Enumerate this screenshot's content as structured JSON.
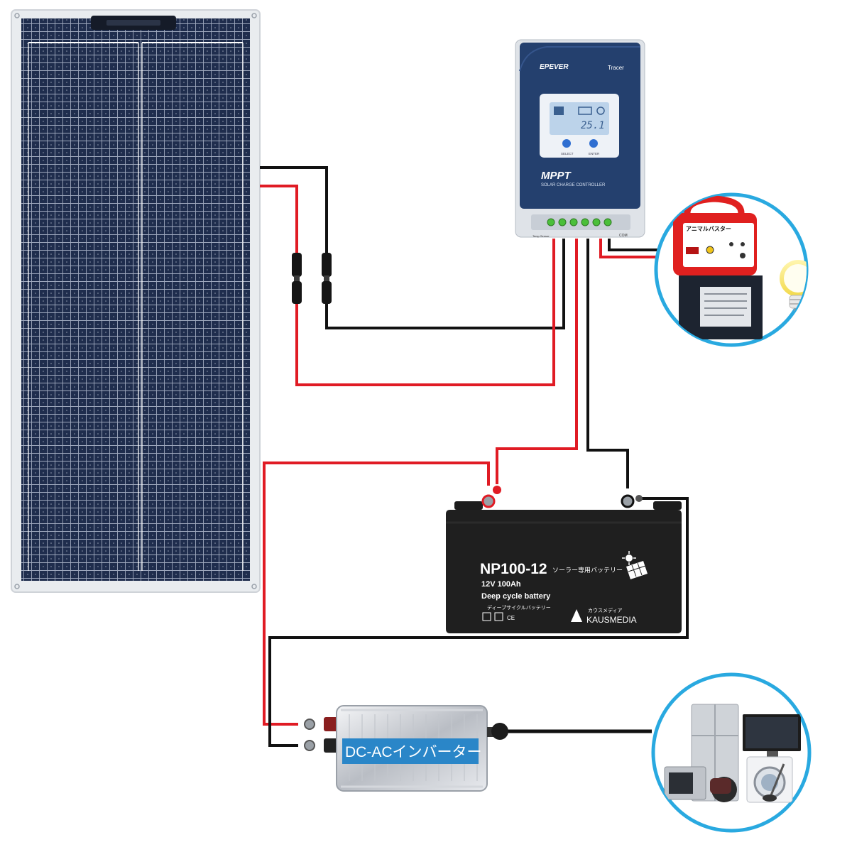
{
  "controller": {
    "brand": "EPEVER",
    "model": "Tracer",
    "lcd_reading": "25.1",
    "button_select": "SELECT",
    "button_enter": "ENTER",
    "mppt_title": "MPPT",
    "subtitle": "SOLAR CHARGE CONTROLLER",
    "temp_sensor_label": "Temp Sensor",
    "com_label": "COM"
  },
  "fence_energizer": {
    "label": "アニマルバスター"
  },
  "battery": {
    "model": "NP100-12",
    "model_suffix": "ソーラー専用バッテリー",
    "capacity": "12V 100Ah",
    "type_en": "Deep cycle battery",
    "type_jp": "ディープサイクルバッテリー",
    "brand_jp": "カウスメディア",
    "brand_en": "KAUSMEDIA"
  },
  "inverter": {
    "label": "DC-ACインバーター"
  },
  "colors": {
    "wire_positive": "#e01b24",
    "wire_negative": "#111111",
    "circle_border": "#29a9e0",
    "panel_blue": "#1f2d4d",
    "controller_blue": "#24406e",
    "inverter_label_bg": "#2a86c8"
  },
  "icons": [
    "solar-panel-icon",
    "battery-icon",
    "lightbulb-icon",
    "appliances-icon"
  ]
}
